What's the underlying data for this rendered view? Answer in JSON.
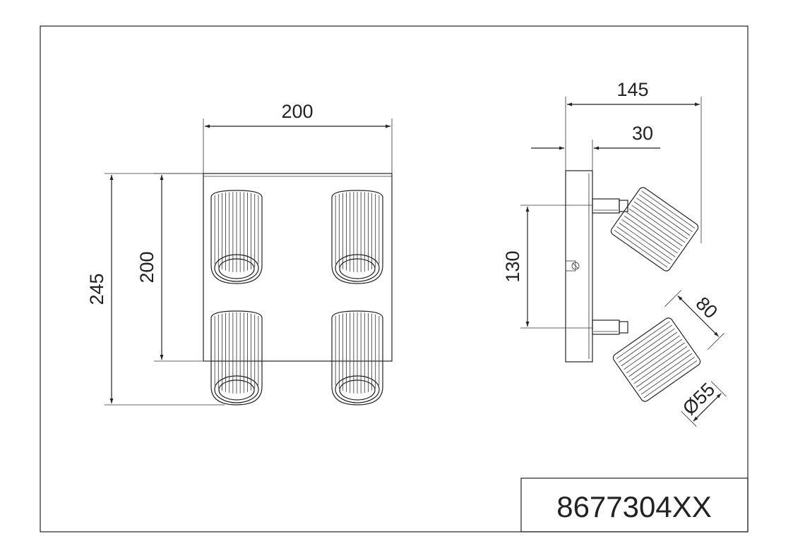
{
  "drawing": {
    "model_number": "8677304XX",
    "front_view": {
      "width_label": "200",
      "plate_height_label": "200",
      "total_height_label": "245"
    },
    "side_view": {
      "depth_label": "145",
      "plate_depth_label": "30",
      "spot_spacing_label": "130",
      "spot_length_label": "80",
      "spot_diameter_label": "Ø55"
    }
  }
}
